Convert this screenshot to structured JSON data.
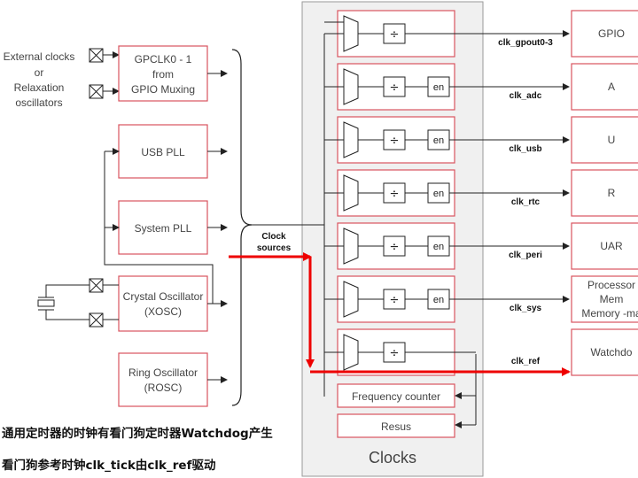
{
  "sources": {
    "external_line1": "External clocks",
    "external_line2": "or",
    "external_line3": "Relaxation",
    "external_line4": "oscillators",
    "gpclk_line1": "GPCLK0 - 1",
    "gpclk_line2": "from",
    "gpclk_line3": "GPIO Muxing",
    "usb_pll": "USB PLL",
    "system_pll": "System PLL",
    "xosc_line1": "Crystal Oscillator",
    "xosc_line2": "(XOSC)",
    "rosc_line1": "Ring Oscillator",
    "rosc_line2": "(ROSC)"
  },
  "bus": {
    "line1": "Clock",
    "line2": "sources"
  },
  "generator_symbols": {
    "divider": "÷",
    "enable": "en"
  },
  "outputs": [
    {
      "signal": "clk_gpout0-3",
      "dest": "GPIO"
    },
    {
      "signal": "clk_adc",
      "dest": "A"
    },
    {
      "signal": "clk_usb",
      "dest": "U"
    },
    {
      "signal": "clk_rtc",
      "dest": "R"
    },
    {
      "signal": "clk_peri",
      "dest": "UAR"
    },
    {
      "signal": "clk_sys",
      "dest1": "Processor",
      "dest2": "Mem",
      "dest3": "Memory -ma"
    },
    {
      "signal": "clk_ref",
      "dest": "Watchdo"
    }
  ],
  "frequency_counter": "Frequency counter",
  "resus": "Resus",
  "clocks_title": "Clocks",
  "captions": {
    "line1": "通用定时器的时钟有看门狗定时器Watchdog产生",
    "line2": "看门狗参考时钟clk_tick由clk_ref驱动"
  },
  "colors": {
    "box_border": "#d9535f",
    "highlight": "#ee0000",
    "block_border": "#999999"
  }
}
